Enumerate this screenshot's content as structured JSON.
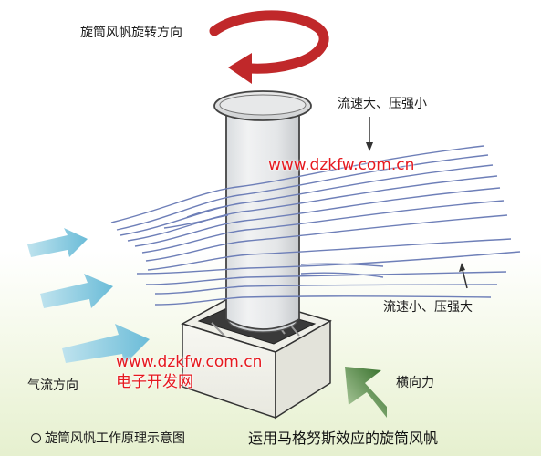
{
  "labels": {
    "rotation_direction": "旋筒风帆旋转方向",
    "fast_flow": "流速大、压强小",
    "slow_flow": "流速小、压强大",
    "airflow_direction": "气流方向",
    "lateral_force": "横向力"
  },
  "watermark": {
    "url_top": "www.dzkfw.com.cn",
    "url_mid": "www.dzkfw.com.cn",
    "site_name": "电子开发网"
  },
  "captions": {
    "left": "旋筒风帆工作原理示意图",
    "right": "运用马格努斯效应的旋筒风帆"
  },
  "colors": {
    "rotation_arrow": "#c0282a",
    "airflow_arrow": "#7fc8de",
    "lateral_arrow": "#3f7a2e",
    "streamline": "#6e7fb8",
    "watermark": "#e6191f"
  },
  "icons": {
    "rotation": "curved-arrow-icon",
    "airflow": "right-arrow-icon",
    "lateral": "diagonal-arrow-icon"
  }
}
